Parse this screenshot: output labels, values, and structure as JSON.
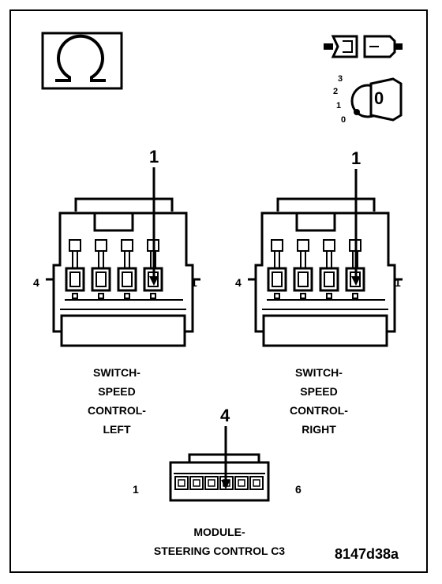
{
  "symbols": {
    "ohm_icon": "ohmmeter-symbol",
    "connector_icon": "connector-disconnected",
    "ignition_icon": "ignition-key-switch",
    "ignition_positions": [
      "3",
      "2",
      "1",
      "0"
    ],
    "key_label": "0"
  },
  "connectors": [
    {
      "title_lines": [
        "SWITCH-",
        "SPEED",
        "CONTROL-",
        "LEFT"
      ],
      "pointer_pin": "1",
      "end_left": "4",
      "end_right": "1"
    },
    {
      "title_lines": [
        "SWITCH-",
        "SPEED",
        "CONTROL-",
        "RIGHT"
      ],
      "pointer_pin": "1",
      "end_left": "4",
      "end_right": "1"
    },
    {
      "title_lines": [
        "MODULE-",
        "STEERING CONTROL C3"
      ],
      "pointer_pin": "4",
      "end_left": "1",
      "end_right": "6"
    }
  ],
  "figure_id": "8147d38a"
}
